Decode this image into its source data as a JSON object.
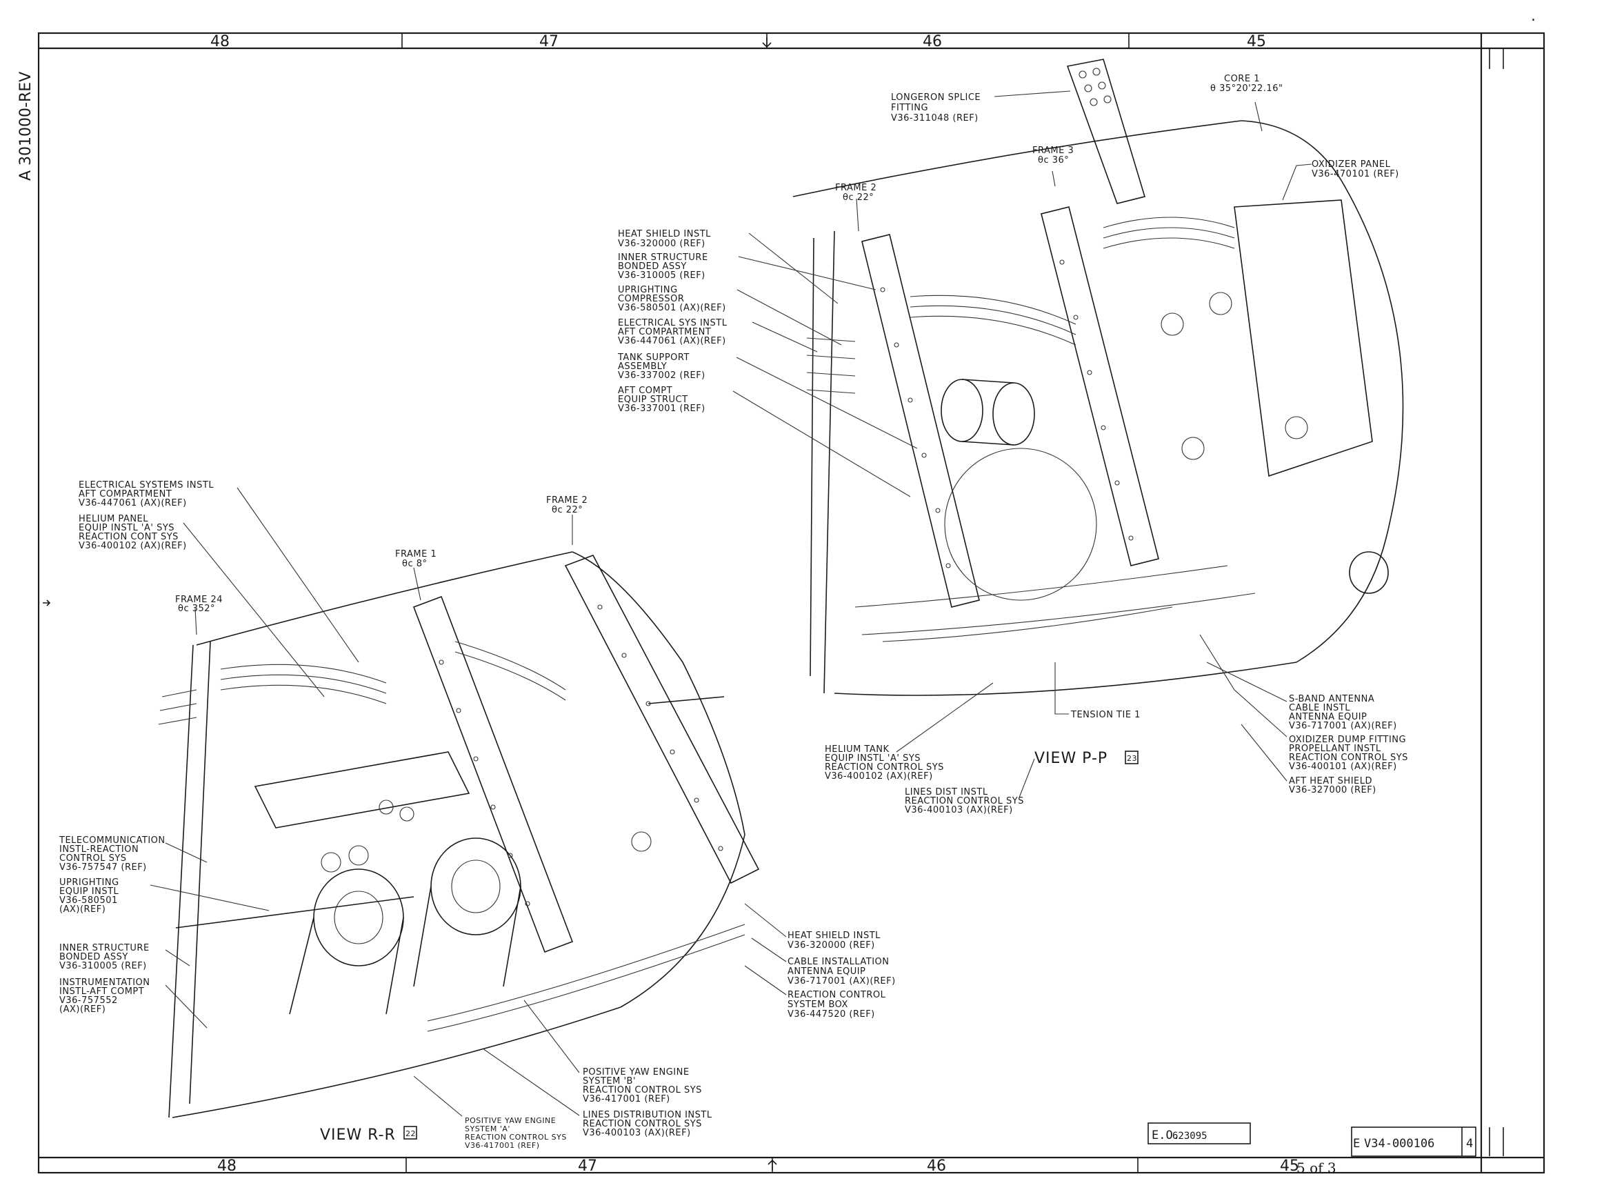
{
  "sheet": {
    "drawing_number": "V34-000106",
    "sheet_number": "4",
    "revision_stamp": "A 301000-REV",
    "eo_label": "E.O.",
    "eo_number": "623095",
    "tb_prefix": "E",
    "handwritten_note": "5 of 3"
  },
  "zones": {
    "top": [
      "48",
      "47",
      "46",
      "45"
    ],
    "bottom": [
      "48",
      "47",
      "46",
      "45"
    ]
  },
  "views": {
    "pp": {
      "title": "VIEW  P-P",
      "ref": "23"
    },
    "rr": {
      "title": "VIEW  R-R",
      "ref": "22"
    }
  },
  "labels_pp": [
    {
      "id": "longeron",
      "lines": [
        "LONGERON SPLICE",
        "FITTING",
        "V36-311048 (REF)"
      ]
    },
    {
      "id": "core1",
      "lines": [
        "CORE 1",
        "θ 35°20'22.16\""
      ]
    },
    {
      "id": "frame3",
      "lines": [
        "FRAME 3",
        "θc 36°"
      ]
    },
    {
      "id": "frame2",
      "lines": [
        "FRAME 2",
        "θc 22°"
      ]
    },
    {
      "id": "oxidizer-panel",
      "lines": [
        "OXIDIZER PANEL",
        "V36-470101 (REF)"
      ]
    },
    {
      "id": "heat-shield",
      "lines": [
        "HEAT SHIELD INSTL",
        "V36-320000 (REF)"
      ]
    },
    {
      "id": "inner-structure",
      "lines": [
        "INNER STRUCTURE",
        "BONDED ASSY",
        "V36-310005 (REF)"
      ]
    },
    {
      "id": "uprighting-compressor",
      "lines": [
        "UPRIGHTING",
        "COMPRESSOR",
        "V36-580501 (AX)(REF)"
      ]
    },
    {
      "id": "electrical-sys",
      "lines": [
        "ELECTRICAL SYS INSTL",
        "AFT COMPARTMENT",
        "V36-447061 (AX)(REF)"
      ]
    },
    {
      "id": "tank-support",
      "lines": [
        "TANK SUPPORT",
        "ASSEMBLY",
        "V36-337002 (REF)"
      ]
    },
    {
      "id": "aft-compt-equip",
      "lines": [
        "AFT COMPT",
        "EQUIP STRUCT",
        "V36-337001 (REF)"
      ]
    },
    {
      "id": "tension-tie",
      "lines": [
        "TENSION TIE 1"
      ]
    },
    {
      "id": "s-band",
      "lines": [
        "S-BAND ANTENNA",
        "CABLE INSTL",
        "ANTENNA EQUIP",
        "V36-717001 (AX)(REF)"
      ]
    },
    {
      "id": "oxidizer-dump",
      "lines": [
        "OXIDIZER DUMP FITTING",
        "PROPELLANT INSTL",
        "REACTION CONTROL SYS",
        "V36-400101 (AX)(REF)"
      ]
    },
    {
      "id": "aft-heat-shield",
      "lines": [
        "AFT HEAT SHIELD",
        "V36-327000 (REF)"
      ]
    },
    {
      "id": "helium-tank",
      "lines": [
        "HELIUM TANK",
        "EQUIP INSTL 'A' SYS",
        "REACTION CONTROL SYS",
        "V36-400102 (AX)(REF)"
      ]
    },
    {
      "id": "lines-dist",
      "lines": [
        "LINES DIST INSTL",
        "REACTION CONTROL SYS",
        "V36-400103 (AX)(REF)"
      ]
    }
  ],
  "labels_rr": [
    {
      "id": "electrical-systems",
      "lines": [
        "ELECTRICAL SYSTEMS INSTL",
        "AFT COMPARTMENT",
        "V36-447061 (AX)(REF)"
      ]
    },
    {
      "id": "helium-panel",
      "lines": [
        "HELIUM PANEL",
        "EQUIP INSTL 'A' SYS",
        "REACTION CONT SYS",
        "V36-400102 (AX)(REF)"
      ]
    },
    {
      "id": "frame2-rr",
      "lines": [
        "FRAME 2",
        "θc 22°"
      ]
    },
    {
      "id": "frame1",
      "lines": [
        "FRAME 1",
        "θc 8°"
      ]
    },
    {
      "id": "frame24",
      "lines": [
        "FRAME 24",
        "θc 352°"
      ]
    },
    {
      "id": "telecom",
      "lines": [
        "TELECOMMUNICATION",
        "INSTL-REACTION",
        "CONTROL SYS",
        "V36-757547 (REF)"
      ]
    },
    {
      "id": "uprighting-equip",
      "lines": [
        "UPRIGHTING",
        "EQUIP INSTL",
        "V36-580501",
        "(AX)(REF)"
      ]
    },
    {
      "id": "inner-structure-rr",
      "lines": [
        "INNER STRUCTURE",
        "BONDED ASSY",
        "V36-310005 (REF)"
      ]
    },
    {
      "id": "instrumentation",
      "lines": [
        "INSTRUMENTATION",
        "INSTL-AFT COMPT",
        "V36-757552",
        "(AX)(REF)"
      ]
    },
    {
      "id": "heat-shield-rr",
      "lines": [
        "HEAT SHIELD INSTL",
        "V36-320000 (REF)"
      ]
    },
    {
      "id": "cable-installation",
      "lines": [
        "CABLE INSTALLATION",
        "ANTENNA EQUIP",
        "V36-717001 (AX)(REF)"
      ]
    },
    {
      "id": "rcs-box",
      "lines": [
        "REACTION CONTROL",
        "SYSTEM BOX",
        "V36-447520 (REF)"
      ]
    },
    {
      "id": "pos-yaw-b",
      "lines": [
        "POSITIVE YAW ENGINE",
        "SYSTEM 'B'",
        "REACTION CONTROL SYS",
        "V36-417001 (REF)"
      ]
    },
    {
      "id": "lines-distribution",
      "lines": [
        "LINES DISTRIBUTION INSTL",
        "REACTION CONTROL SYS",
        "V36-400103 (AX)(REF)"
      ]
    },
    {
      "id": "pos-yaw-a",
      "lines": [
        "POSITIVE YAW ENGINE",
        "SYSTEM 'A'",
        "REACTION CONTROL SYS",
        "V36-417001 (REF)"
      ]
    }
  ]
}
